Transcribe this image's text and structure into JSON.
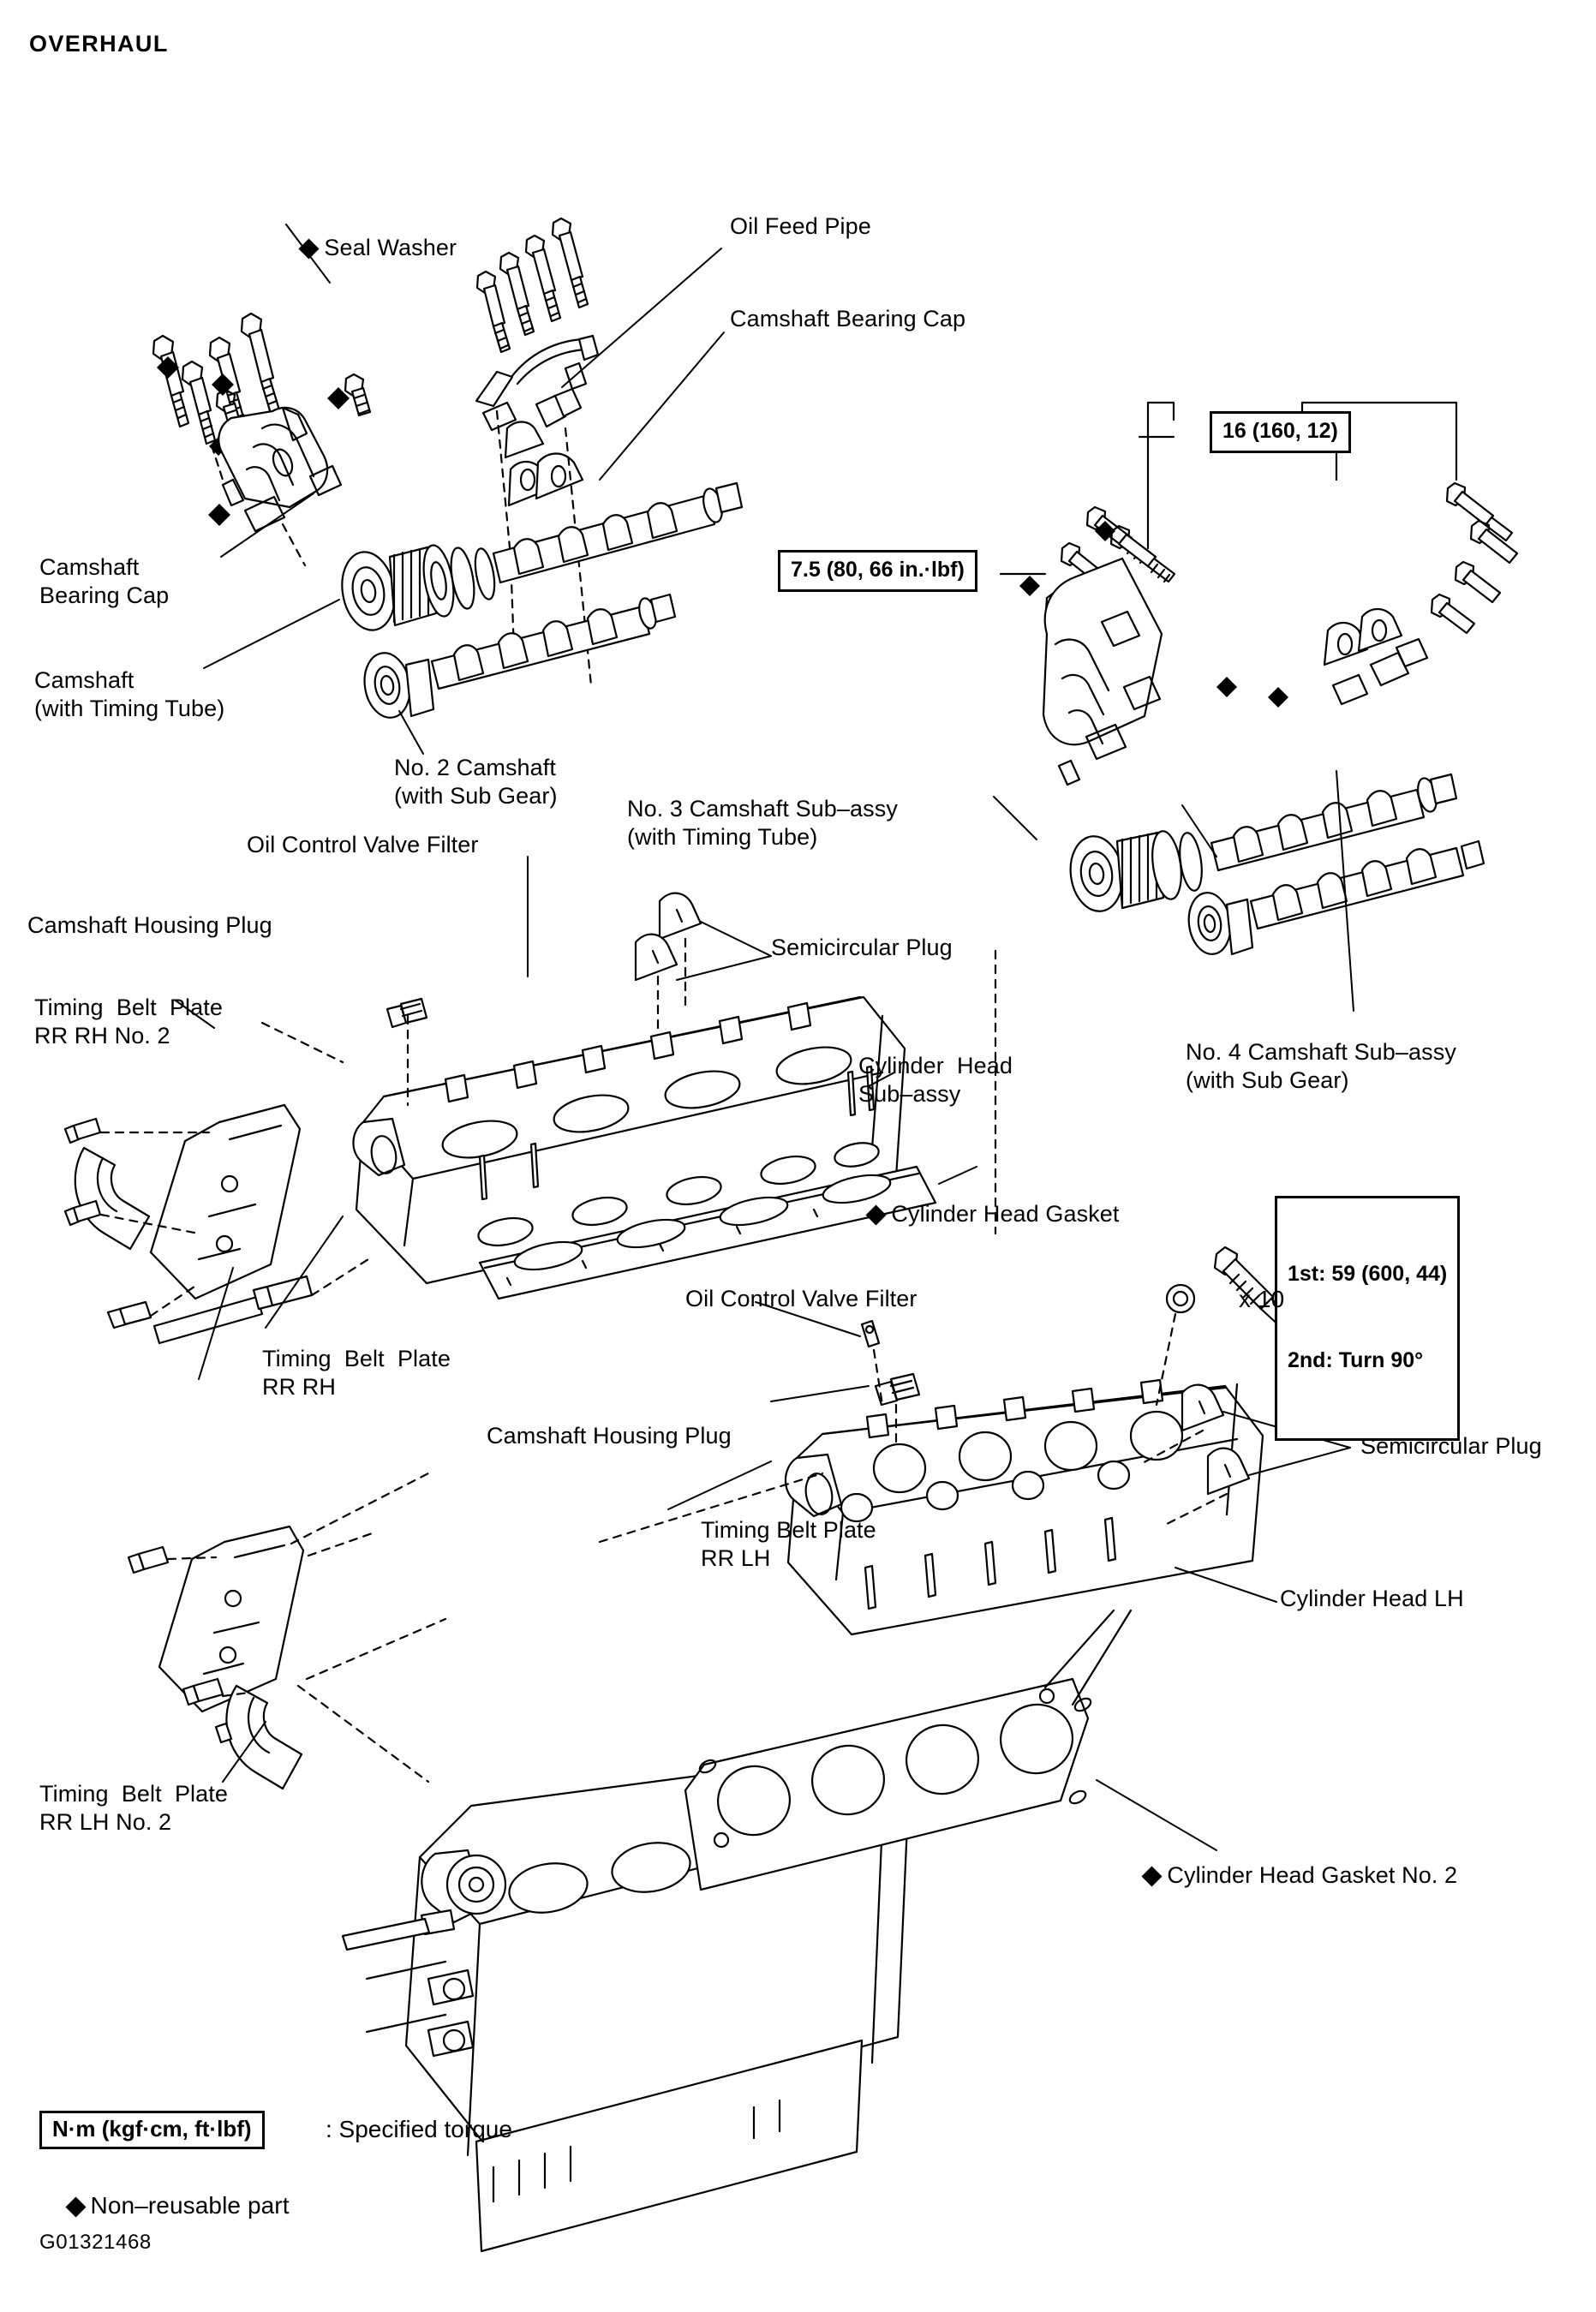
{
  "page": {
    "title": "OVERHAUL",
    "image_id": "G01321468"
  },
  "legend": {
    "torque_units_box": "N·m (kgf·cm, ft·lbf)",
    "torque_units_desc": ": Specified torque",
    "non_reusable": "Non–reusable part"
  },
  "torque_specs": [
    {
      "id": "camshaft-bearing-cap-bolts",
      "text": "16 (160, 12)"
    },
    {
      "id": "oil-feed-pipe-bolts",
      "text": "7.5 (80, 66 in.·lbf)"
    },
    {
      "id": "cylinder-head-bolts-line1",
      "text": "1st: 59 (600, 44)"
    },
    {
      "id": "cylinder-head-bolts-line2",
      "text": "2nd: Turn 90°"
    }
  ],
  "quantity_notes": [
    {
      "id": "cylinder-head-bolt-qty",
      "text": "x 10"
    }
  ],
  "callouts": [
    {
      "id": "seal-washer",
      "text": "Seal Washer",
      "nonreusable": true
    },
    {
      "id": "oil-feed-pipe",
      "text": "Oil Feed Pipe",
      "nonreusable": false
    },
    {
      "id": "camshaft-bearing-cap-top",
      "text": "Camshaft Bearing Cap",
      "nonreusable": false
    },
    {
      "id": "camshaft-bearing-cap",
      "text": "Camshaft\nBearing Cap",
      "nonreusable": false
    },
    {
      "id": "camshaft-timing-tube",
      "text": "Camshaft\n(with Timing Tube)",
      "nonreusable": false
    },
    {
      "id": "no2-camshaft",
      "text": "No. 2 Camshaft\n(with Sub Gear)",
      "nonreusable": false
    },
    {
      "id": "no3-camshaft-sub-assy",
      "text": "No. 3 Camshaft Sub–assy\n(with Timing Tube)",
      "nonreusable": false
    },
    {
      "id": "oil-control-valve-filter-upper",
      "text": "Oil Control Valve Filter",
      "nonreusable": false
    },
    {
      "id": "camshaft-housing-plug-upper",
      "text": "Camshaft Housing Plug",
      "nonreusable": false
    },
    {
      "id": "semicircular-plug-upper",
      "text": "Semicircular Plug",
      "nonreusable": false
    },
    {
      "id": "timing-belt-plate-rr-rh-no2",
      "text": "Timing  Belt  Plate\nRR RH No. 2",
      "nonreusable": false
    },
    {
      "id": "cylinder-head-sub-assy",
      "text": "Cylinder  Head\nSub–assy",
      "nonreusable": false
    },
    {
      "id": "no4-camshaft-sub-assy",
      "text": "No. 4 Camshaft Sub–assy\n(with Sub Gear)",
      "nonreusable": false
    },
    {
      "id": "cylinder-head-gasket",
      "text": "Cylinder Head Gasket",
      "nonreusable": true
    },
    {
      "id": "timing-belt-plate-rr-rh",
      "text": "Timing  Belt  Plate\nRR RH",
      "nonreusable": false
    },
    {
      "id": "oil-control-valve-filter-lower",
      "text": "Oil Control Valve Filter",
      "nonreusable": false
    },
    {
      "id": "camshaft-housing-plug-lower",
      "text": "Camshaft Housing Plug",
      "nonreusable": false
    },
    {
      "id": "semicircular-plug-lower",
      "text": "Semicircular Plug",
      "nonreusable": false
    },
    {
      "id": "timing-belt-plate-rr-lh",
      "text": "Timing Belt Plate\nRR LH",
      "nonreusable": false
    },
    {
      "id": "cylinder-head-lh",
      "text": "Cylinder Head LH",
      "nonreusable": false
    },
    {
      "id": "timing-belt-plate-rr-lh-no2",
      "text": "Timing  Belt  Plate\nRR LH No. 2",
      "nonreusable": false
    },
    {
      "id": "cylinder-head-gasket-no2",
      "text": "Cylinder Head Gasket No. 2",
      "nonreusable": true
    }
  ],
  "colors": {
    "ink": "#000000",
    "paper": "#ffffff"
  }
}
